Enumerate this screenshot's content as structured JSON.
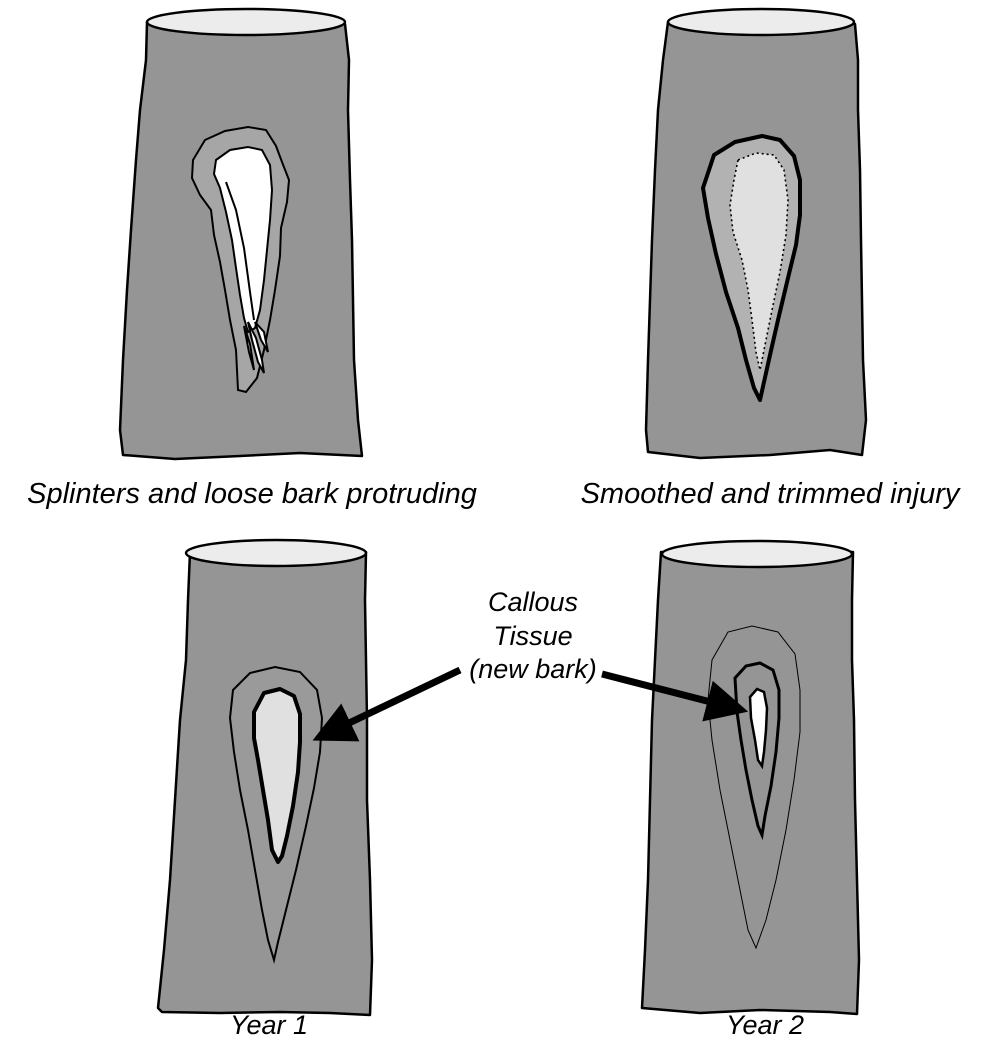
{
  "colors": {
    "bark": "#959595",
    "wound_fresh": "#ffffff",
    "wound_dry": "#e0e0e0",
    "callus_ring": "#9a9a9a",
    "top_ellipse": "#ececec",
    "outline": "#000000"
  },
  "panels": [
    {
      "id": "splinters",
      "caption": "Splinters and loose bark protruding"
    },
    {
      "id": "smoothed",
      "caption": "Smoothed and trimmed injury"
    },
    {
      "id": "year1",
      "caption": "Year 1"
    },
    {
      "id": "year2",
      "caption": "Year 2"
    }
  ],
  "callout": {
    "lines": [
      "Callous",
      "Tissue",
      "(new bark)"
    ]
  }
}
